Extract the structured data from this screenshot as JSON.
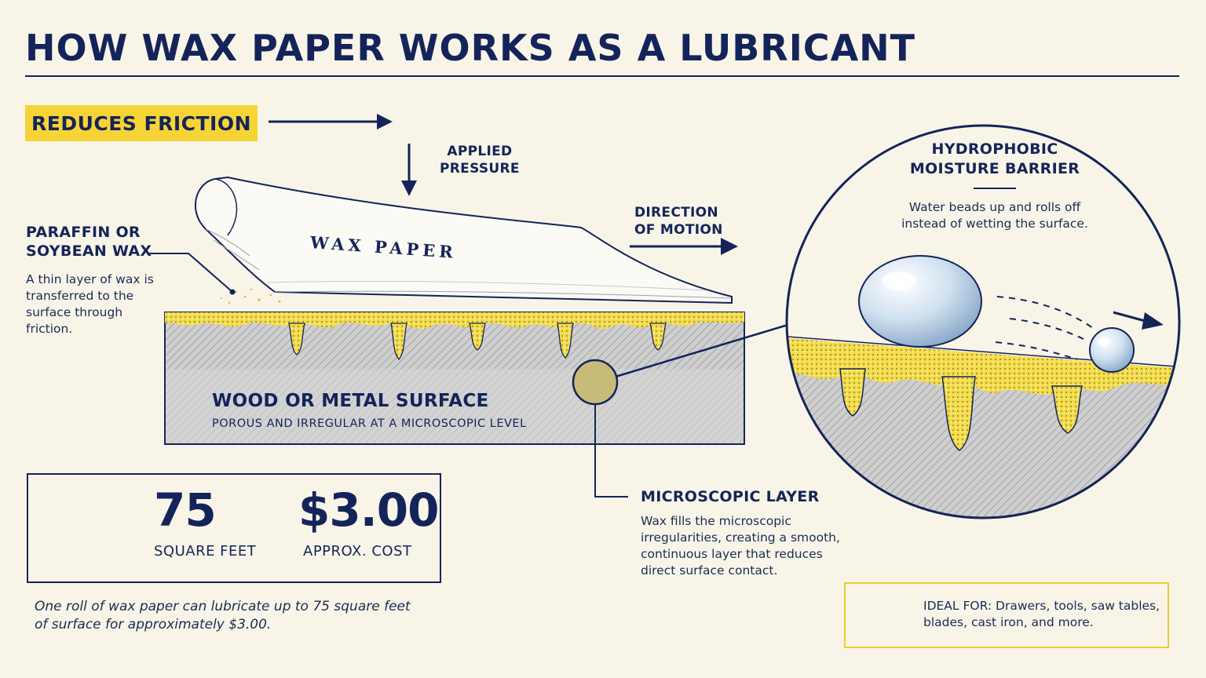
{
  "title": "HOW WAX PAPER WORKS AS A LUBRICANT",
  "badge": "REDUCES FRICTION",
  "applied_pressure": [
    "APPLIED",
    "PRESSURE"
  ],
  "direction_of_motion": [
    "DIRECTION",
    "OF MOTION"
  ],
  "wax_paper_label": "WAX PAPER",
  "wax_type": {
    "heading": [
      "PARAFFIN OR",
      "SOYBEAN WAX"
    ],
    "text": [
      "A thin layer of wax is",
      "transferred to the",
      "surface through",
      "friction."
    ]
  },
  "surface": {
    "heading": "WOOD OR METAL SURFACE",
    "subheading": "POROUS AND IRREGULAR AT A MICROSCOPIC LEVEL"
  },
  "barrier": {
    "heading": [
      "HYDROPHOBIC",
      "MOISTURE BARRIER"
    ],
    "text": [
      "Water beads up and rolls off",
      "instead of wetting the surface."
    ]
  },
  "micro": {
    "heading": "MICROSCOPIC LAYER",
    "text": [
      "Wax fills the microscopic",
      "irregularities, creating a smooth,",
      "continuous layer that reduces",
      "direct surface contact."
    ]
  },
  "stats": {
    "area_value": "75",
    "area_unit": "SQUARE FEET",
    "cost_value": "$3.00",
    "cost_unit": "APPROX. COST"
  },
  "roll_note": [
    "One roll of wax paper can lubricate up to 75 square feet",
    "of surface for approximately $3.00."
  ],
  "ideal": {
    "text": [
      "IDEAL FOR: Drawers, tools, saw tables,",
      "blades, cast iron, and more."
    ]
  },
  "colors": {
    "navy": "#14245a",
    "accent_yellow": "#f6d436",
    "background": "#f8f5e8",
    "surface_gray": "#c9c9c9"
  },
  "icons": [
    "arrow-right-icon",
    "arrow-down-icon",
    "paper-roll-icon",
    "lightbulb-icon",
    "water-droplet-icon"
  ]
}
